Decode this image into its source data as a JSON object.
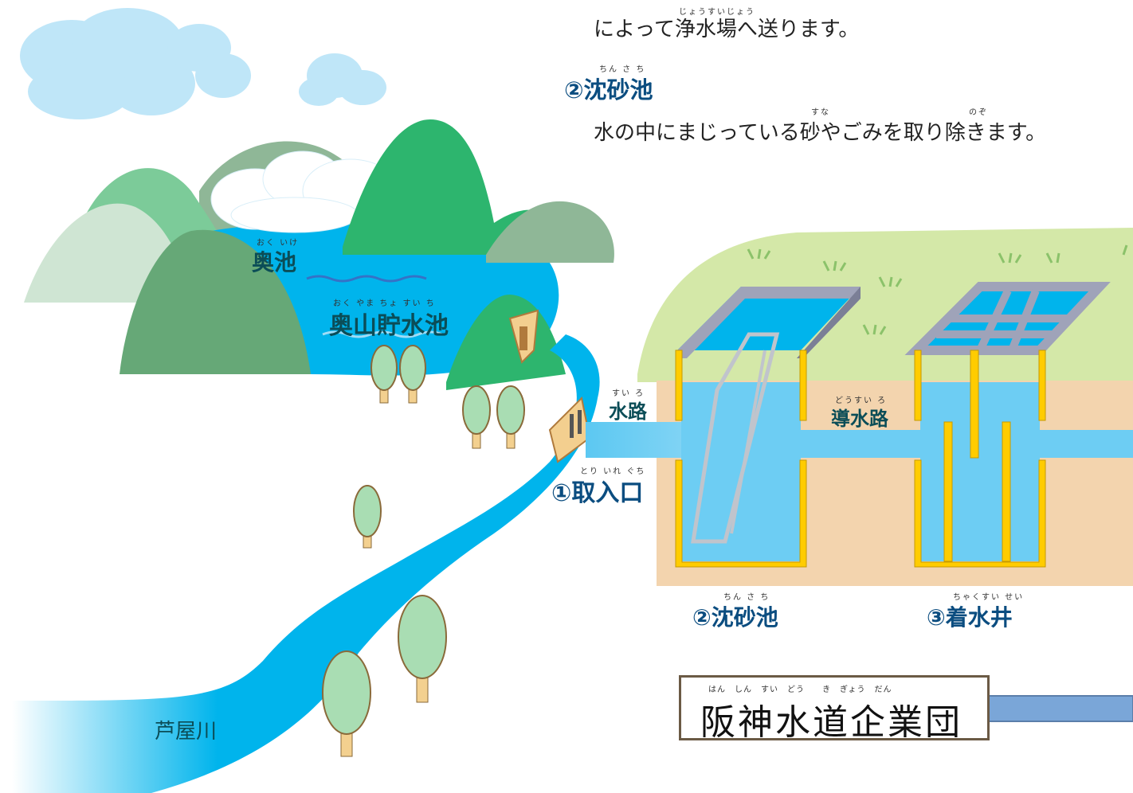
{
  "intro": {
    "line1": "によって浄水場へ送ります。",
    "line1_ruby": "じょうすいじょう",
    "heading": "②沈砂池",
    "heading_ruby": "ちん さ ち",
    "line2": "水の中にまじっている砂やごみを取り除きます。",
    "line2_ruby_suna": "すな",
    "line2_ruby_nozo": "のぞ"
  },
  "labels": {
    "okuike": "奥池",
    "okuike_ruby": "おく いけ",
    "reservoir": "奥山貯水池",
    "reservoir_ruby": "おく やま ちょ すい ち",
    "suiro": "水路",
    "suiro_ruby": "すい ろ",
    "intake": "①取入口",
    "intake_ruby": "とり いれ ぐち",
    "dousuiro": "導水路",
    "dousuiro_ruby": "どうすい ろ",
    "chinsachi": "②沈砂池",
    "chinsachi_ruby": "ちん さ ち",
    "chakusuisei": "③着水井",
    "chakusuisei_ruby": "ちゃくすい せい",
    "river": "芦屋川"
  },
  "organization": {
    "name": "阪神水道企業団",
    "ruby": "はん　しん　すい　どう　　き　ぎょう　だん"
  },
  "colors": {
    "water": "#00b4ec",
    "light_water": "#6dcdf3",
    "soil": "#f3d4ae",
    "grass": "#d4e8a8",
    "mountain_dark": "#2db56e",
    "mountain_mid": "#7ccb99",
    "mountain_gray": "#8fb797",
    "yellow_wall": "#ffcc00",
    "gray_tank": "#9fa3b9",
    "pipe": "#7aa6d8"
  }
}
